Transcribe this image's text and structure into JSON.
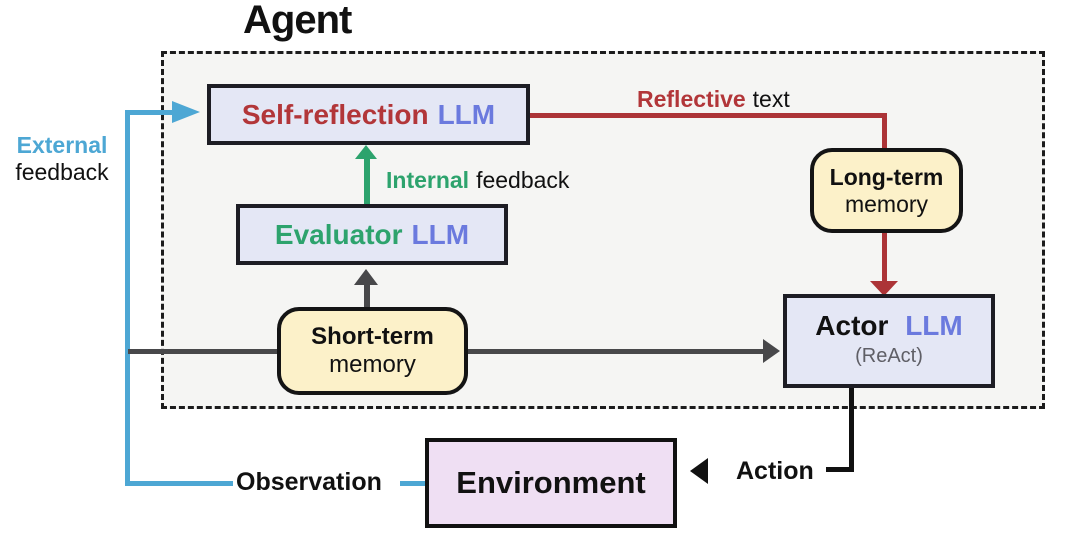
{
  "title": "Agent",
  "colors": {
    "external_blue": "#4da7d4",
    "reflective_red": "#ac3437",
    "internal_green": "#2da36d",
    "llm_purple": "#6b7ade",
    "llm_box_lavender": "#e4e7f5",
    "memory_yellow": "#fcf1c9",
    "environment_pink": "#efdff3",
    "agent_background": "#f5f5f3",
    "arrow_gray": "#48484a",
    "arrow_black": "#111111"
  },
  "nodes": {
    "self_reflection": {
      "name": "Self-reflection",
      "suffix": "LLM"
    },
    "evaluator": {
      "name": "Evaluator",
      "suffix": "LLM"
    },
    "actor": {
      "name": "Actor",
      "suffix": "LLM",
      "sub": "(ReAct)"
    },
    "short_term_memory": {
      "line1": "Short-term",
      "line2": "memory"
    },
    "long_term_memory": {
      "line1": "Long-term",
      "line2": "memory"
    },
    "environment": {
      "name": "Environment"
    }
  },
  "edges": {
    "external_feedback": {
      "emph": "External",
      "rest": "feedback"
    },
    "internal_feedback": {
      "emph": "Internal",
      "rest": "feedback"
    },
    "reflective_text": {
      "emph": "Reflective",
      "rest": "text"
    },
    "observation": "Observation",
    "action": "Action"
  }
}
